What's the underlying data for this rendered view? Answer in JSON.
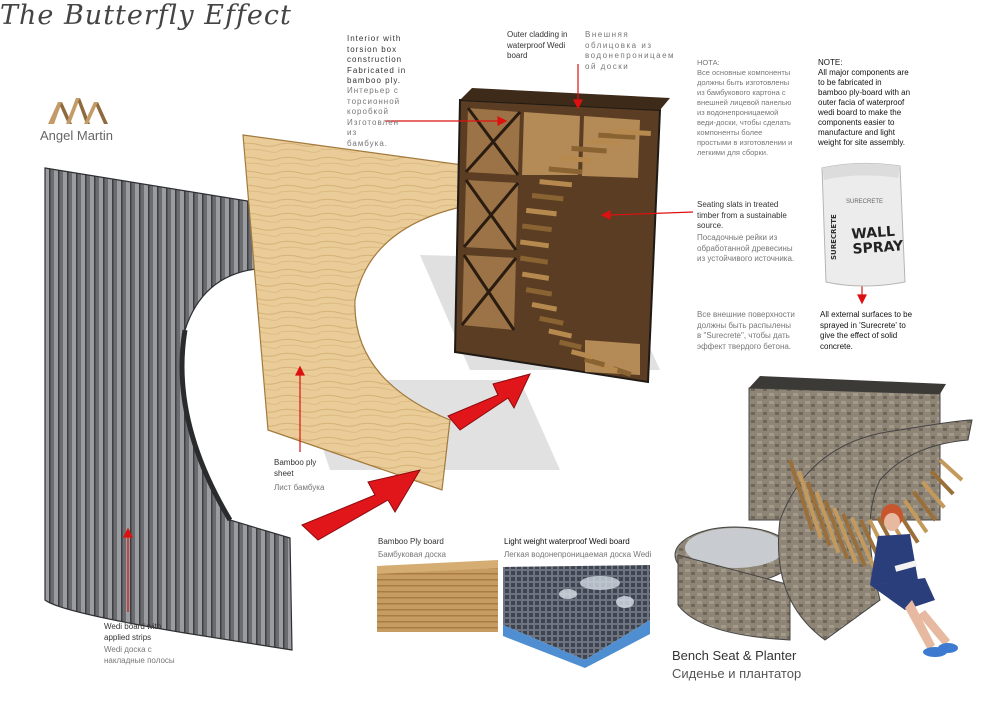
{
  "header": {
    "title": "The Butterfly Effect",
    "brand": "Angel Martin",
    "logo_icon": "triple-chevron-logo-icon",
    "accent_color": "#b08a5a"
  },
  "labels": {
    "interior": {
      "en": [
        "Interior with",
        "torsion box",
        "construction",
        "Fabricated in",
        "bamboo ply."
      ],
      "ru": [
        "Интерьер с",
        "торсионной",
        "коробкой",
        "Изготовлен из",
        "бамбука."
      ]
    },
    "cladding": {
      "en": [
        "Outer cladding in",
        "waterproof Wedi",
        "board"
      ],
      "ru": [
        "Внешняя",
        "облицовка из",
        "водонепроницаем",
        "ой доски"
      ]
    },
    "nota_ru": [
      "НОТА:",
      "Все основные компоненты",
      "должны быть изготовлены",
      "из бамбукового картона с",
      "внешней лицевой панелью",
      "из водонепроницаемой",
      "веди-доски, чтобы сделать",
      "компоненты более",
      "простыми в изготовлении и",
      "легкими для сборки."
    ],
    "note_en": [
      "NOTE:",
      "All major components are",
      "to be fabricated in",
      "bamboo ply-board with an",
      "outer facia of waterproof",
      "wedi board to make the",
      "components easier to",
      "manufacture and light",
      "weight for site assembly."
    ],
    "seating": {
      "en": [
        "Seating slats in treated",
        "timber from a sustainable",
        "source."
      ],
      "ru": [
        "Посадочные рейки из",
        "обработанной древесины",
        "из устойчивого источника."
      ]
    },
    "sprayed_ru": [
      "Все внешние поверхности",
      "должны быть распылены",
      "в \"Surecrete\", чтобы дать",
      "эффект твердого бетона."
    ],
    "sprayed_en": [
      "All external surfaces to be",
      "sprayed in 'Surecrete' to",
      "give the effect of solid",
      "concrete."
    ],
    "bamboo_sheet": {
      "en": [
        "Bamboo ply",
        "sheet"
      ],
      "ru": [
        "Лист бамбука"
      ]
    },
    "wedi_strips": {
      "en": [
        "Wedi board with",
        "applied strips"
      ],
      "ru": [
        "Wedi доска с",
        "накладные полосы"
      ]
    },
    "swatch_bamboo": {
      "en": "Bamboo Ply board",
      "ru": "Бамбуковая доска"
    },
    "swatch_wedi": {
      "en": "Light weight waterproof Wedi board",
      "ru": "Легкая водонепроницаемая доска Wedi"
    },
    "bench": {
      "en": "Bench Seat & Planter",
      "ru": "Сиденье и плантатор"
    }
  },
  "product_bag": {
    "brand_top": "SURECRETE",
    "brand_side": "SURECRETE",
    "line1": "WALL",
    "line2": "SPRAY"
  },
  "colors": {
    "arrow_red": "#e0161b",
    "wedi_grey": "#5e5f63",
    "bamboo": "#e6c58f",
    "slat_wood": "#b68a4f",
    "concrete": "#8c8172"
  }
}
